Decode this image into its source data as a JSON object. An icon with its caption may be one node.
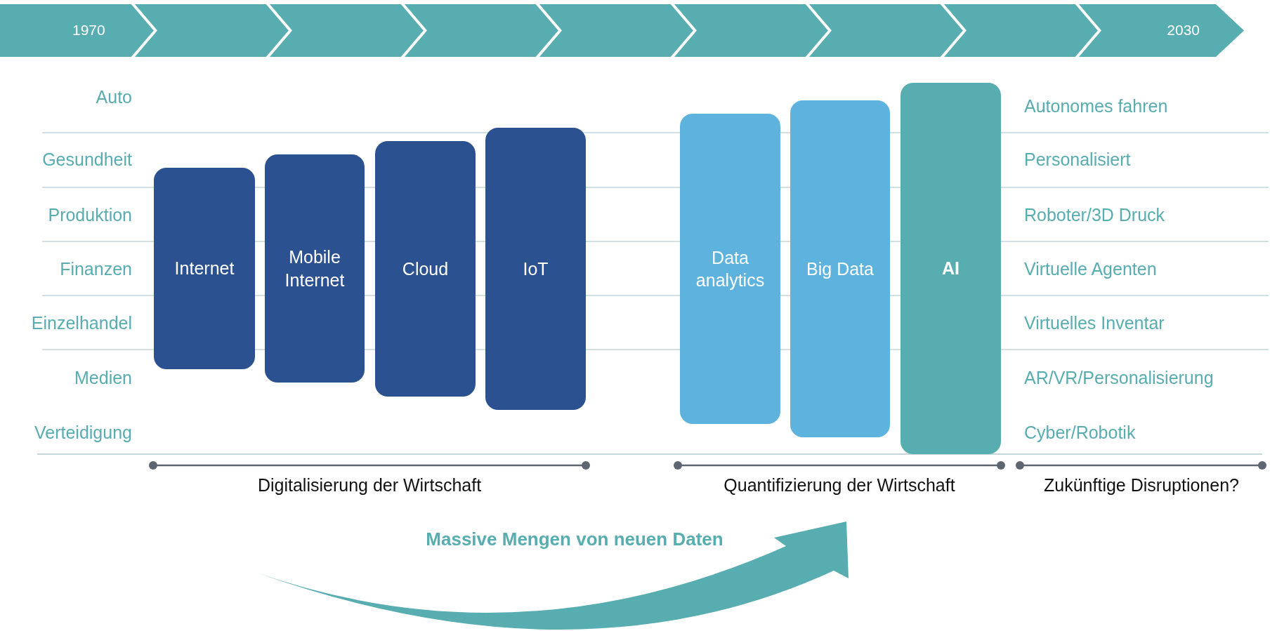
{
  "diagram": {
    "nodes": [
      {
        "text": [
          "Internet"
        ]
      },
      {
        "text": [
          "Mobile Internet"
        ]
      },
      {
        "text": [
          "Cloud"
        ]
      },
      {
        "text": [
          "IoT"
        ]
      },
      {
        "text": [
          "Data analytics"
        ]
      },
      {
        "text": [
          "Big Data"
        ]
      },
      {
        "text": [
          "AI"
        ]
      }
    ],
    "edges": [],
    "labels": [
      "1970",
      "2030",
      "Auto",
      "Gesundheit",
      "Produktion",
      "Finanzen",
      "Einzelhandel",
      "Medien",
      "Verteidigung",
      "Autonomes fahren",
      "Personalisiert",
      "Roboter/3D Druck",
      "Virtuelle Agenten",
      "Virtuelles Inventar",
      "AR/VR/Personalisierung",
      "Cyber/Robotik",
      "Digitalisierung der Wirtschaft",
      "Quantifizierung der Wirtschaft",
      "Zukünftige Disruptionen?",
      "Massive Mengen von neuen Daten"
    ]
  }
}
